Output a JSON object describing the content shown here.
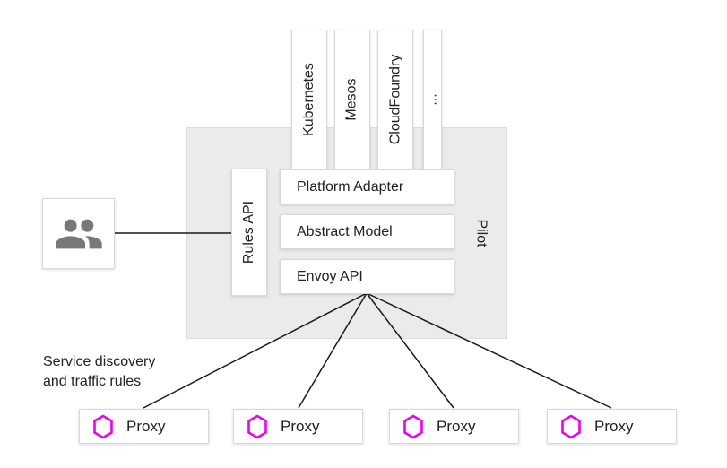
{
  "diagram": {
    "platforms": [
      "Kubernetes",
      "Mesos",
      "CloudFoundry",
      "..."
    ],
    "pilot_label": "Pilot",
    "rules_api_label": "Rules API",
    "layers": [
      "Platform Adapter",
      "Abstract Model",
      "Envoy API"
    ],
    "annotation_line1": "Service discovery",
    "annotation_line2": "and traffic rules",
    "proxies": [
      "Proxy",
      "Proxy",
      "Proxy",
      "Proxy"
    ],
    "icons": {
      "users": "people-icon",
      "proxy": "hexagon-icon"
    },
    "colors": {
      "hexagon": "#ee00ee",
      "people_icon": "#787878",
      "pilot_background": "#ebebeb",
      "line": "#1a1a1a"
    }
  }
}
